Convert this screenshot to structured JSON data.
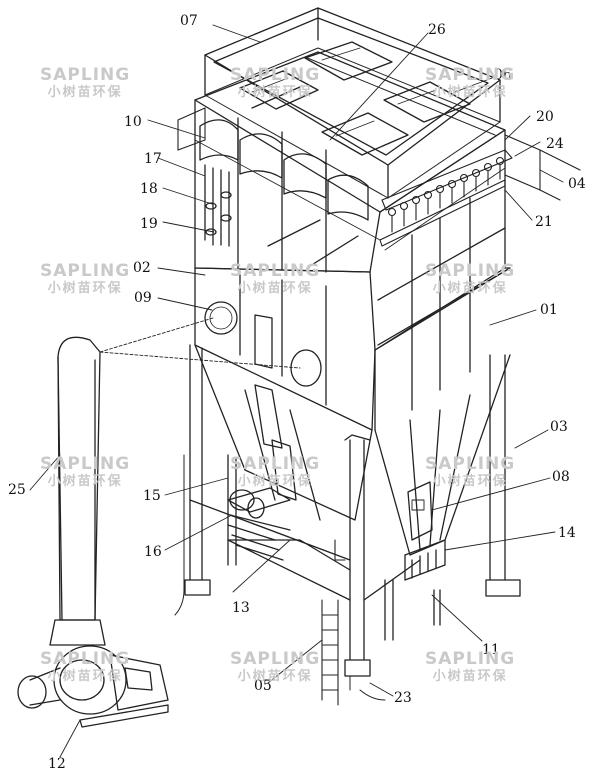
{
  "labels": {
    "l07": "07",
    "l26": "26",
    "l06": "06",
    "l10": "10",
    "l20": "20",
    "l24": "24",
    "l04": "04",
    "l17": "17",
    "l18": "18",
    "l19": "19",
    "l21": "21",
    "l02": "02",
    "l09": "09",
    "l01": "01",
    "l03": "03",
    "l25": "25",
    "l08": "08",
    "l15": "15",
    "l14": "14",
    "l16": "16",
    "l13": "13",
    "l11": "11",
    "l05": "05",
    "l23": "23",
    "l12": "12"
  },
  "watermark": {
    "brand": "SAPLING",
    "brand_cn": "小树苗环保"
  }
}
